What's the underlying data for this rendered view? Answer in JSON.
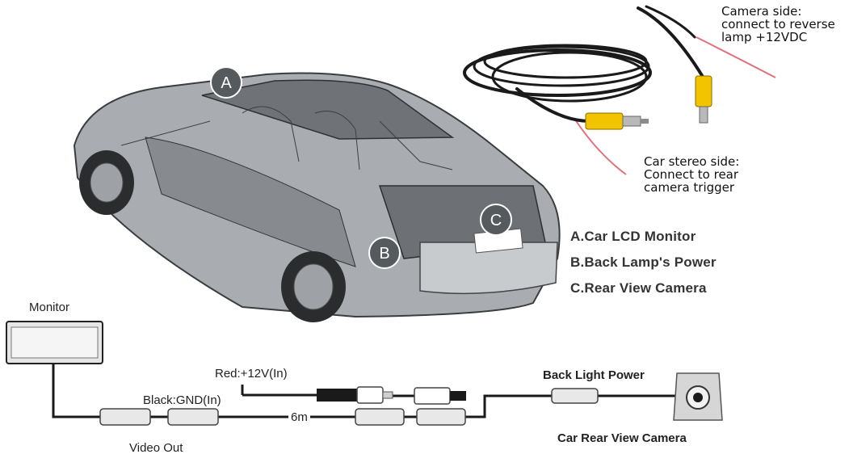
{
  "callouts": {
    "camera_side": [
      "Camera side:",
      "connect to reverse",
      "lamp +12VDC"
    ],
    "stereo_side": [
      "Car stereo side:",
      "Connect to rear",
      "camera trigger"
    ]
  },
  "markers": {
    "a": "A",
    "b": "B",
    "c": "C"
  },
  "legend": {
    "a": "A.Car LCD Monitor",
    "b": "B.Back Lamp's Power",
    "c": "C.Rear View Camera"
  },
  "wiring": {
    "monitor": "Monitor",
    "red": "Red:+12V(In)",
    "black": "Black:GND(In)",
    "length": "6m",
    "video_out": "Video Out",
    "back_light_power": "Back Light Power",
    "camera": "Car Rear View Camera"
  },
  "colors": {
    "cable": "#1a1a1a",
    "rca_yellow": "#f2c400",
    "red_wire": "#e0707a",
    "car_body": "#8e9398"
  }
}
